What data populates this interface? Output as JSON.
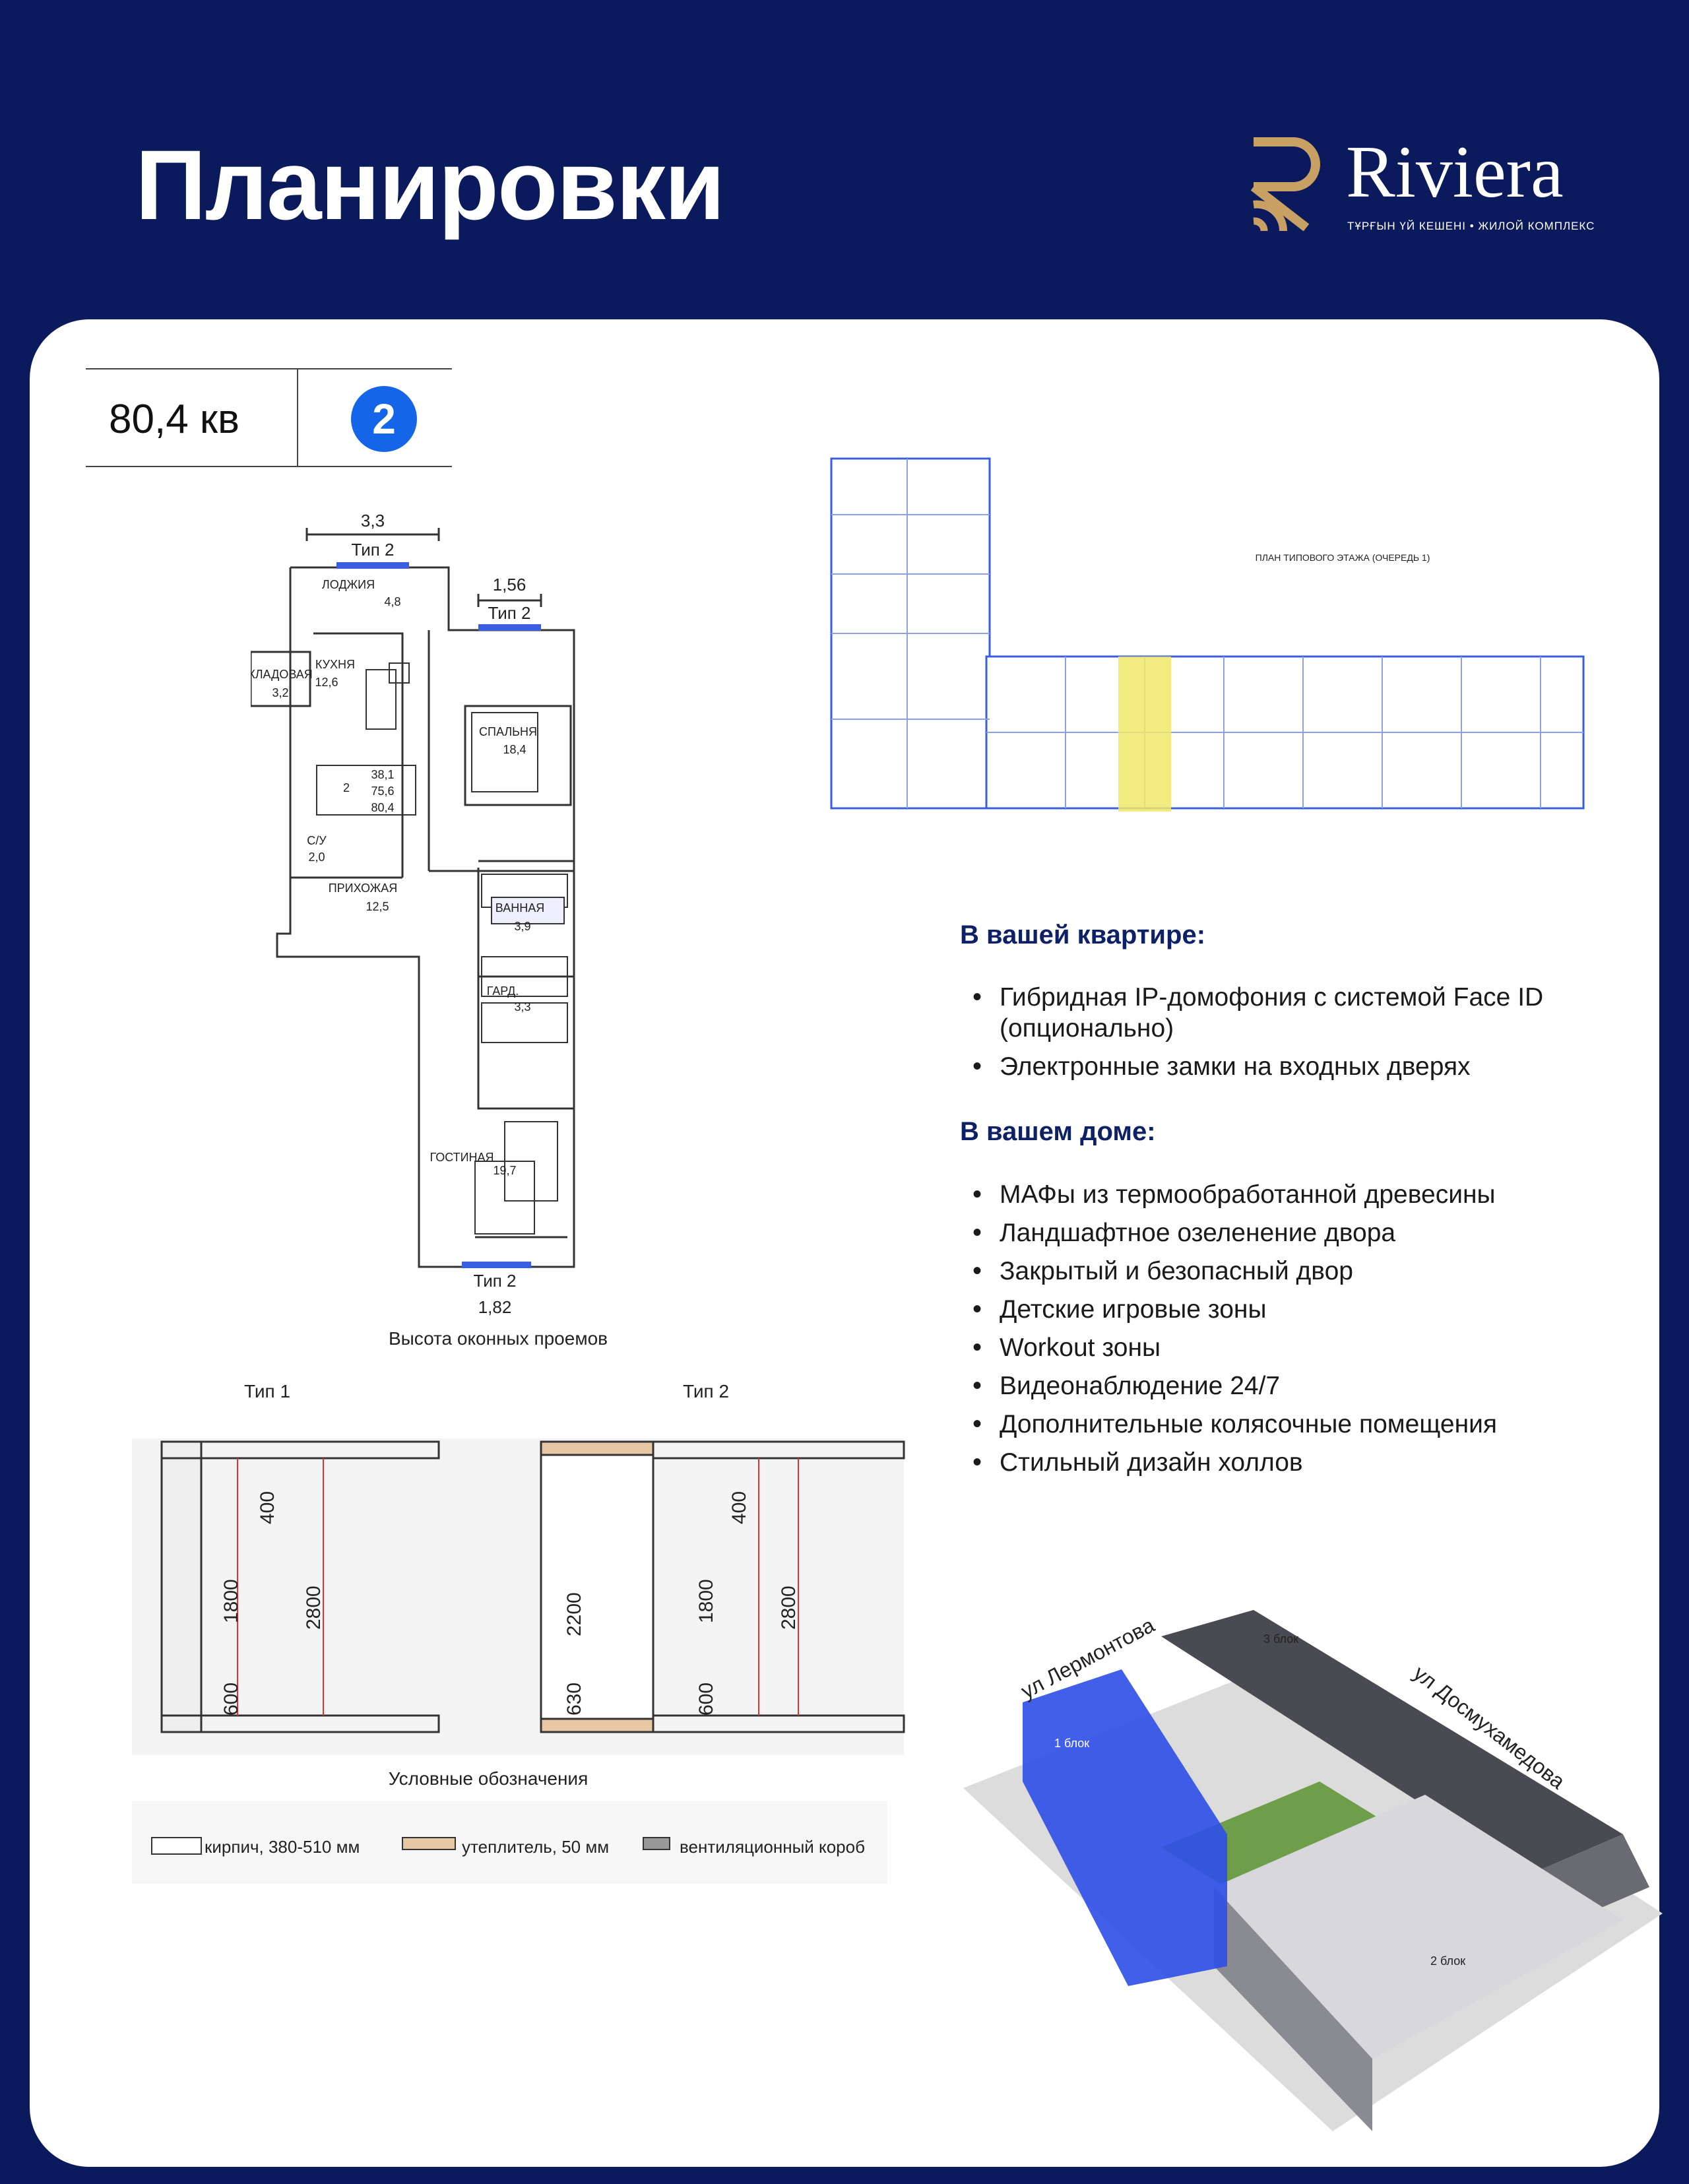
{
  "page": {
    "title": "Планировки"
  },
  "brand": {
    "name": "Riviera",
    "subtitle": "ТҰРҒЫН ҮЙ КЕШЕНІ • ЖИЛОЙ КОМПЛЕКС",
    "colors": {
      "background": "#0b1a5c",
      "logo_gold": "#c8a064",
      "badge": "#1565e8"
    }
  },
  "apartment": {
    "area_label": "80,4 кв",
    "rooms": "2"
  },
  "plan": {
    "dimensions": {
      "top_width": "3,3",
      "top_type": "Тип 2",
      "mid_width": "1,56",
      "mid_type": "Тип 2",
      "bottom_type": "Тип 2",
      "bottom_width": "1,82"
    },
    "rooms": {
      "loggia": {
        "name": "ЛОДЖИЯ",
        "area": "4,8"
      },
      "storage": {
        "name": "КЛАДОВАЯ",
        "area": "3,2"
      },
      "kitchen": {
        "name": "КУХНЯ",
        "area": "12,6"
      },
      "bedroom": {
        "name": "СПАЛЬНЯ",
        "area": "18,4"
      },
      "wc": {
        "name": "С/У",
        "area": "2,0"
      },
      "hall": {
        "name": "ПРИХОЖАЯ",
        "area": "12,5"
      },
      "bath": {
        "name": "ВАННАЯ",
        "area": "3,9"
      },
      "wardrobe": {
        "name": "ГАРД.",
        "area": "3,3"
      },
      "living": {
        "name": "ГОСТИНАЯ",
        "area": "19,7"
      }
    },
    "summary": {
      "rooms": "2",
      "living_area": "38,1",
      "total_net": "75,6",
      "total": "80,4"
    },
    "window_heights_caption": "Высота оконных проемов"
  },
  "window_types": {
    "type1": {
      "label": "Тип 1",
      "dims": [
        "400",
        "1800",
        "2800",
        "600"
      ]
    },
    "type2": {
      "label": "Тип 2",
      "dims": [
        "2200",
        "630",
        "400",
        "1800",
        "2800",
        "600"
      ]
    }
  },
  "legend": {
    "title": "Условные обозначения",
    "items": [
      "кирпич, 380-510 мм",
      "утеплитель, 50 мм",
      "вентиляционный короб"
    ]
  },
  "floor_plan": {
    "caption": "ПЛАН ТИПОВОГО ЭТАЖА (ОЧЕРЕДЬ 1)"
  },
  "features": {
    "apartment_title": "В вашей квартире:",
    "apartment_items": [
      "Гибридная IP-домофония с системой Face ID (опционально)",
      "Электронные замки на входных дверях"
    ],
    "house_title": "В вашем доме:",
    "house_items": [
      "МАФы из термообработанной древесины",
      "Ландшафтное озеленение двора",
      "Закрытый и безопасный двор",
      "Детские игровые зоны",
      "Workout зоны",
      "Видеонаблюдение 24/7",
      "Дополнительные колясочные помещения",
      "Стильный дизайн холлов"
    ]
  },
  "complex_map": {
    "streets": [
      "ул Лермонтова",
      "ул Досмухамедова"
    ],
    "blocks": [
      "1 блок",
      "2 блок",
      "3 блок"
    ]
  }
}
